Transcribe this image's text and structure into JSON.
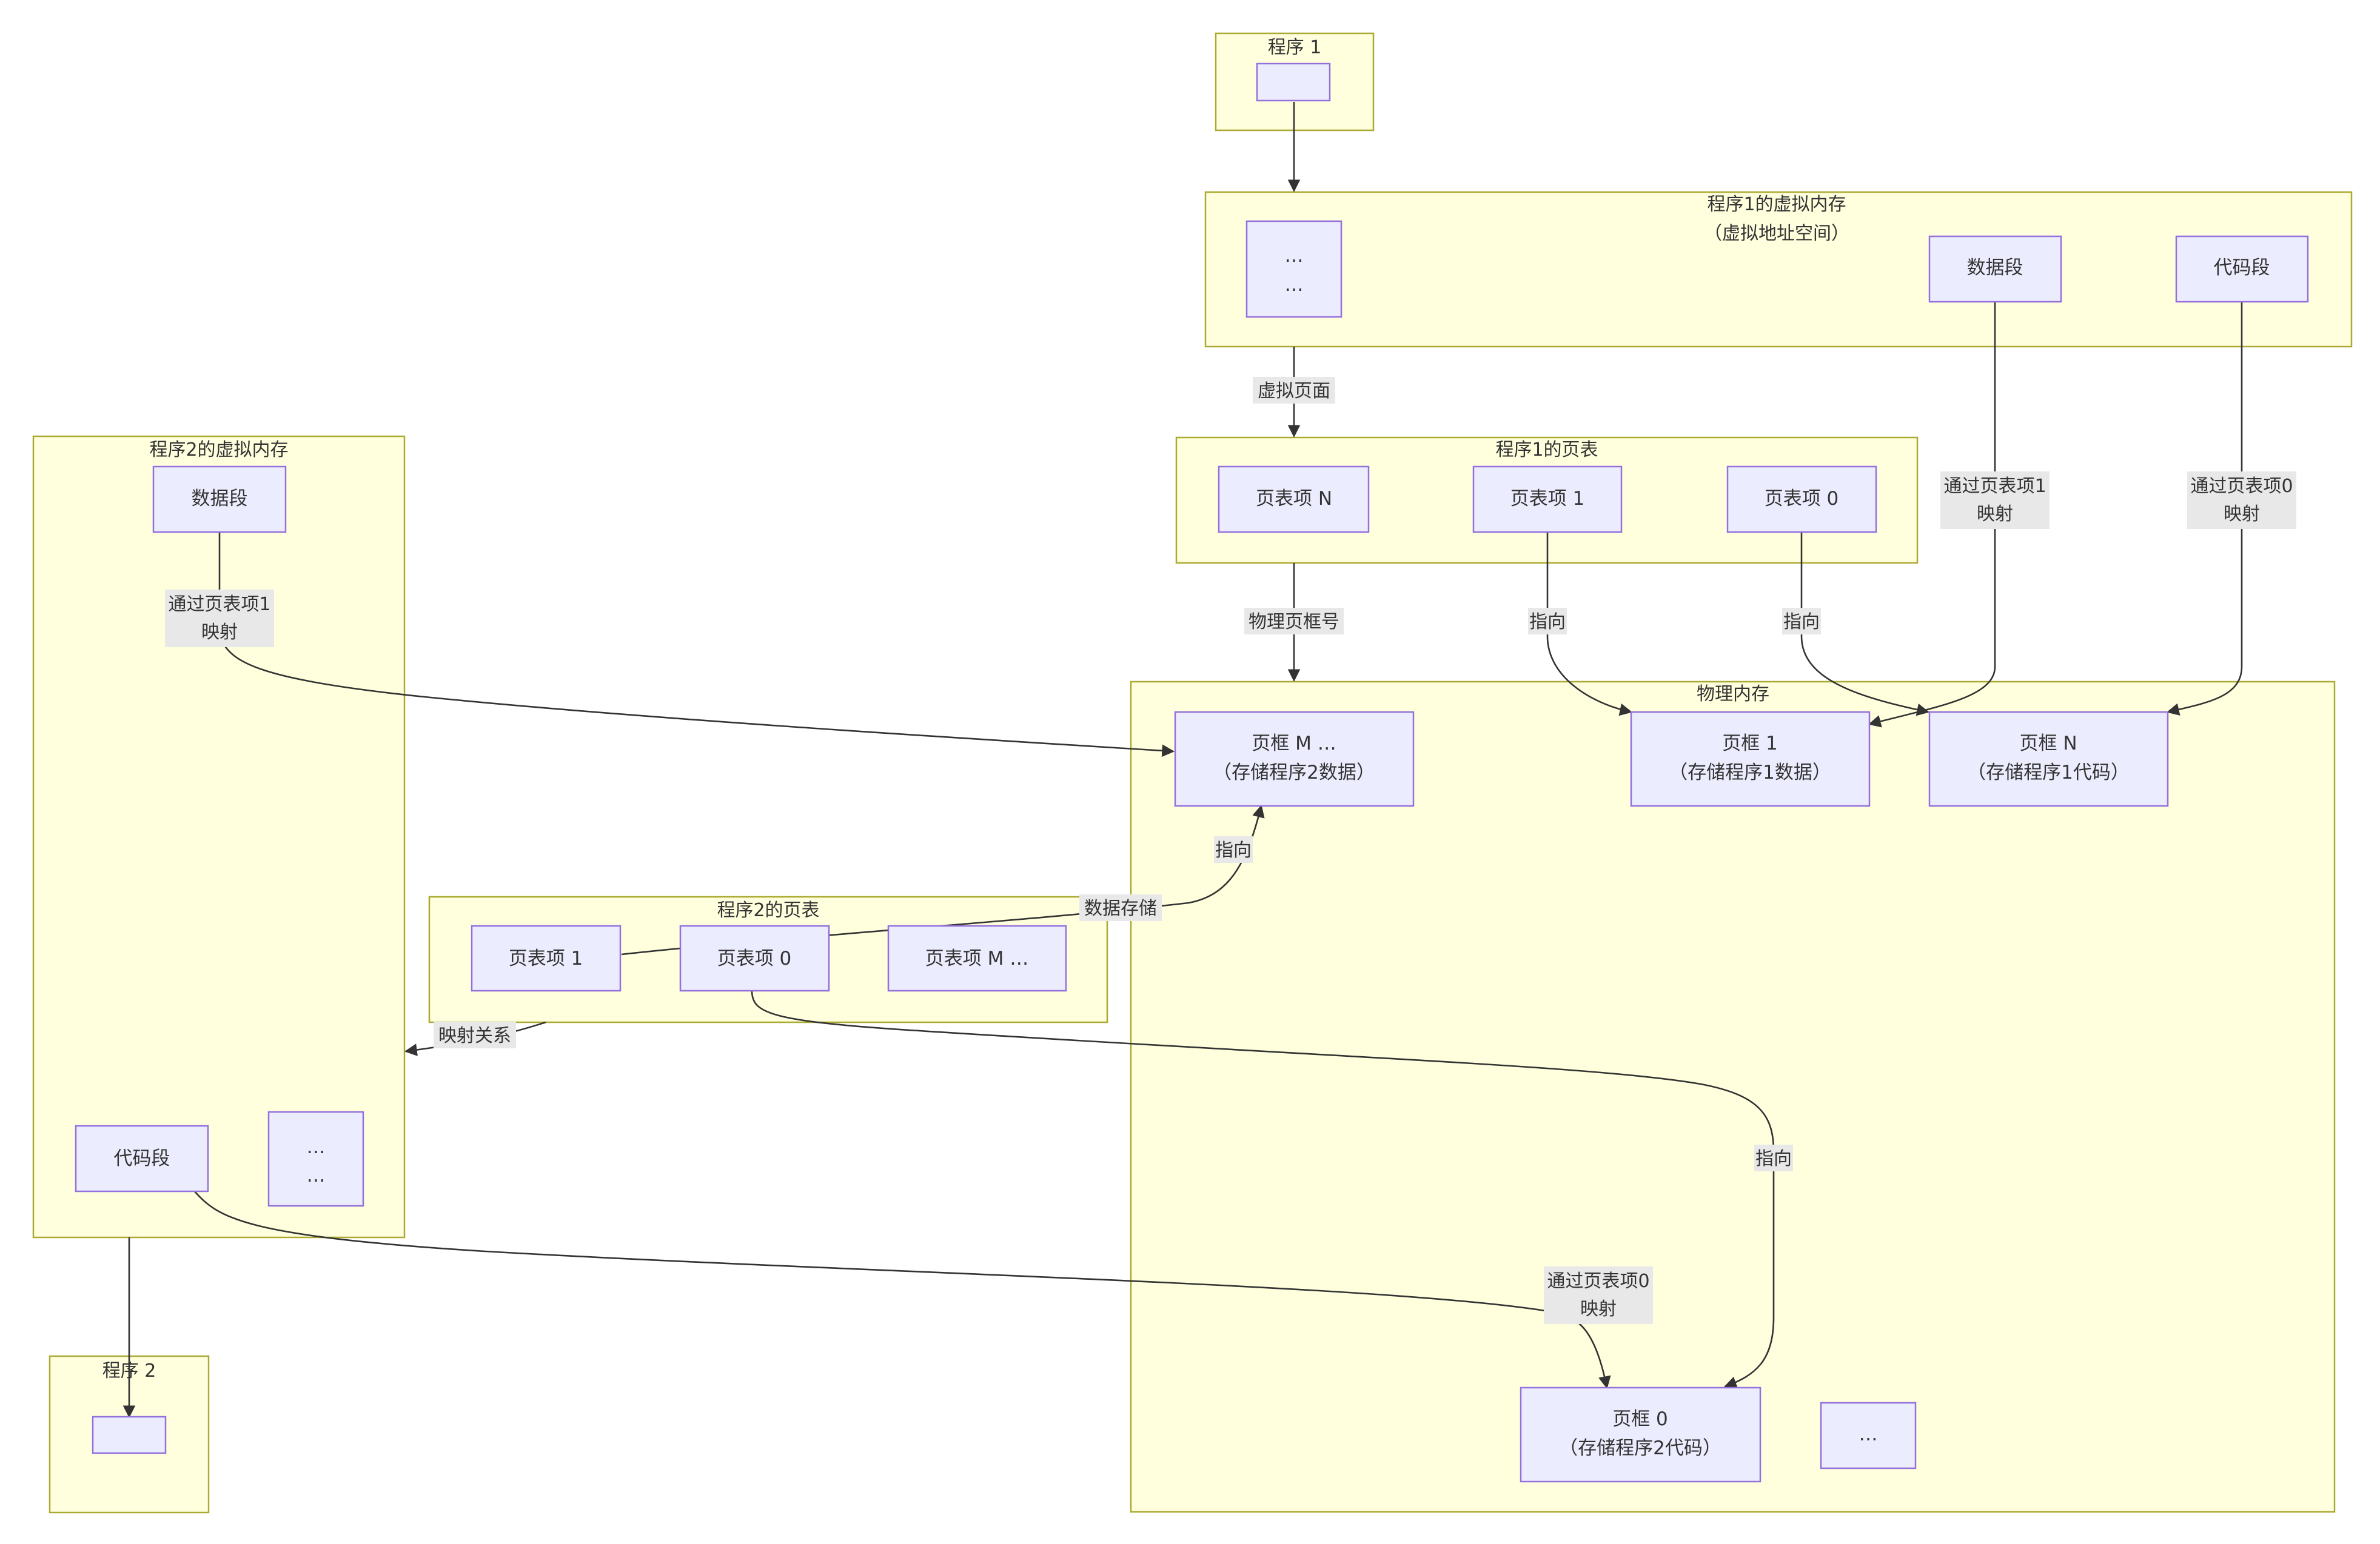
{
  "clusters": {
    "program1": "程序 1",
    "program2": "程序 2",
    "p1_vmem": [
      "程序1的虚拟内存",
      "（虚拟地址空间）"
    ],
    "p1_pagetable": "程序1的页表",
    "phys_mem": "物理内存",
    "p2_vmem": "程序2的虚拟内存",
    "p2_pagetable": "程序2的页表"
  },
  "nodes": {
    "p1_box": "",
    "p2_box": "",
    "p1_dots": [
      "…",
      "…"
    ],
    "p1_data_seg": "数据段",
    "p1_code_seg": "代码段",
    "pte_n": "页表项 N",
    "pte_1": "页表项 1",
    "pte_0": "页表项 0",
    "frame_m": [
      "页框 M …",
      "（存储程序2数据）"
    ],
    "frame_1": [
      "页框 1",
      "（存储程序1数据）"
    ],
    "frame_n": [
      "页框 N",
      "（存储程序1代码）"
    ],
    "frame_0": [
      "页框 0",
      "（存储程序2代码）"
    ],
    "phys_dots": "…",
    "p2_data_seg": "数据段",
    "p2_code_seg": "代码段",
    "p2_dots": [
      "…",
      "…"
    ],
    "p2_pte_1": "页表项 1",
    "p2_pte_0": "页表项 0",
    "p2_pte_m": "页表项 M …"
  },
  "edge_labels": {
    "virtual_page": "虚拟页面",
    "phys_frame_no": "物理页框号",
    "points_to_1": "指向",
    "points_to_2": "指向",
    "p1_data_map": [
      "通过页表项1",
      "映射"
    ],
    "p1_code_map": [
      "通过页表项0",
      "映射"
    ],
    "p2_data_map": [
      "通过页表项1",
      "映射"
    ],
    "points_to_m": "指向",
    "data_storage": "数据存储",
    "mapping_relation": "映射关系",
    "points_to_0": "指向",
    "p2_code_map": [
      "通过页表项0",
      "映射"
    ]
  },
  "colors": {
    "cluster_fill": "#ffffde",
    "cluster_border": "#aaaa33",
    "node_fill": "#ececff",
    "node_border": "#9370db",
    "edge": "#333333",
    "label_bg": "#e8e8e8"
  }
}
